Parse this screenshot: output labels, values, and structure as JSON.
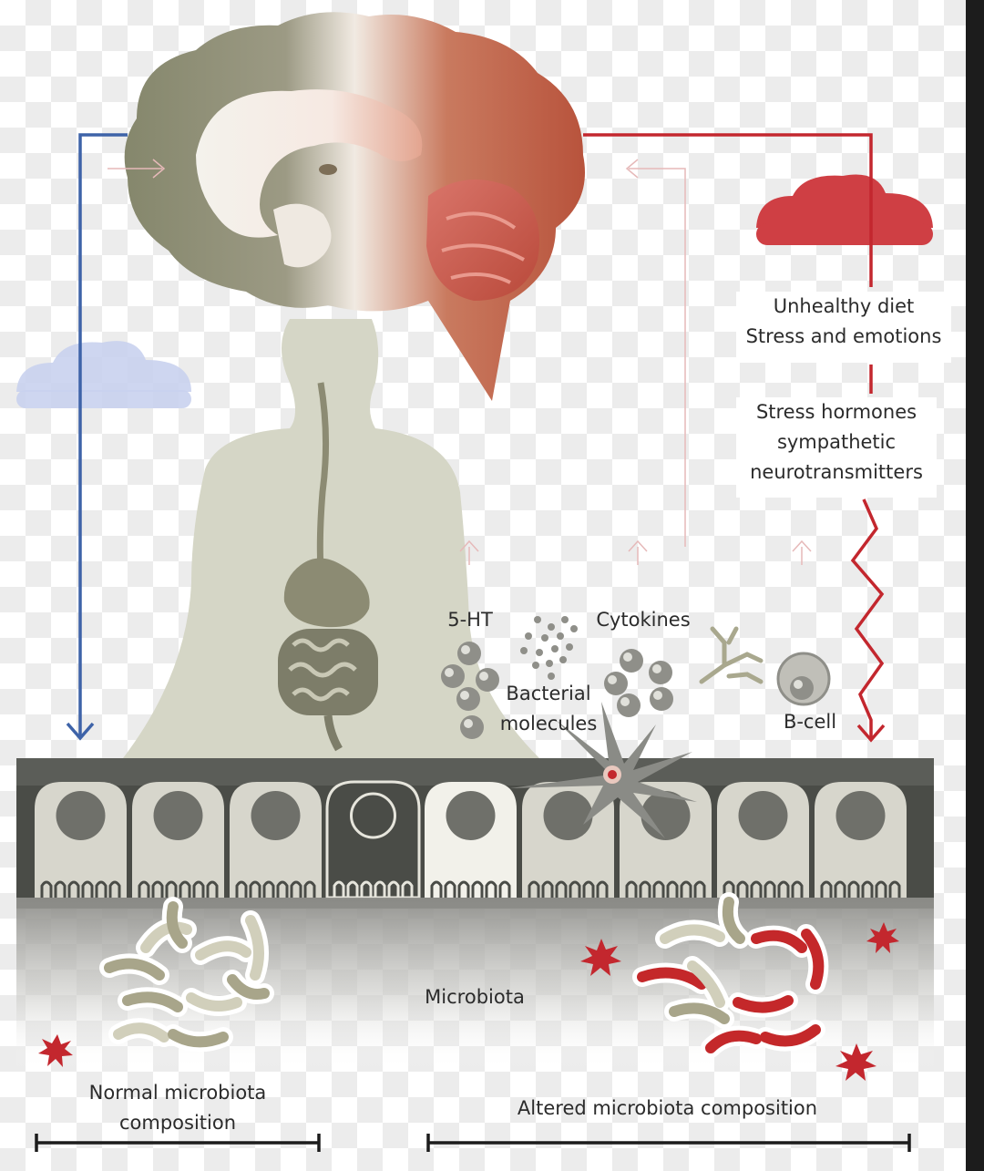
{
  "labels": {
    "unhealthy_diet": "Unhealthy diet",
    "stress_emotions": "Stress and emotions",
    "stress_hormones": "Stress hormones",
    "sympathetic": "sympathetic",
    "neurotransmitters": "neurotransmitters",
    "ht5": "5-HT",
    "cytokines": "Cytokines",
    "bacterial": "Bacterial",
    "molecules": "molecules",
    "bcell": "B-cell",
    "microbiota": "Microbiota",
    "normal_line1": "Normal microbiota",
    "normal_line2": "composition",
    "altered": "Altered microbiota composition"
  },
  "colors": {
    "brain_left": "#85876c",
    "brain_right": "#bd5a43",
    "body": "#d5d6c6",
    "gut": "#8c8b73",
    "epithelium_dark": "#4a4c47",
    "cell": "#d7d6cc",
    "blue_arrow": "#3e63a8",
    "red_arrow": "#c3272e",
    "cloud_blue": "#c9d1ee",
    "cloud_red": "#cf3f44",
    "bacteria_normal": "#a8a58a",
    "bacteria_altered": "#c4282a"
  }
}
